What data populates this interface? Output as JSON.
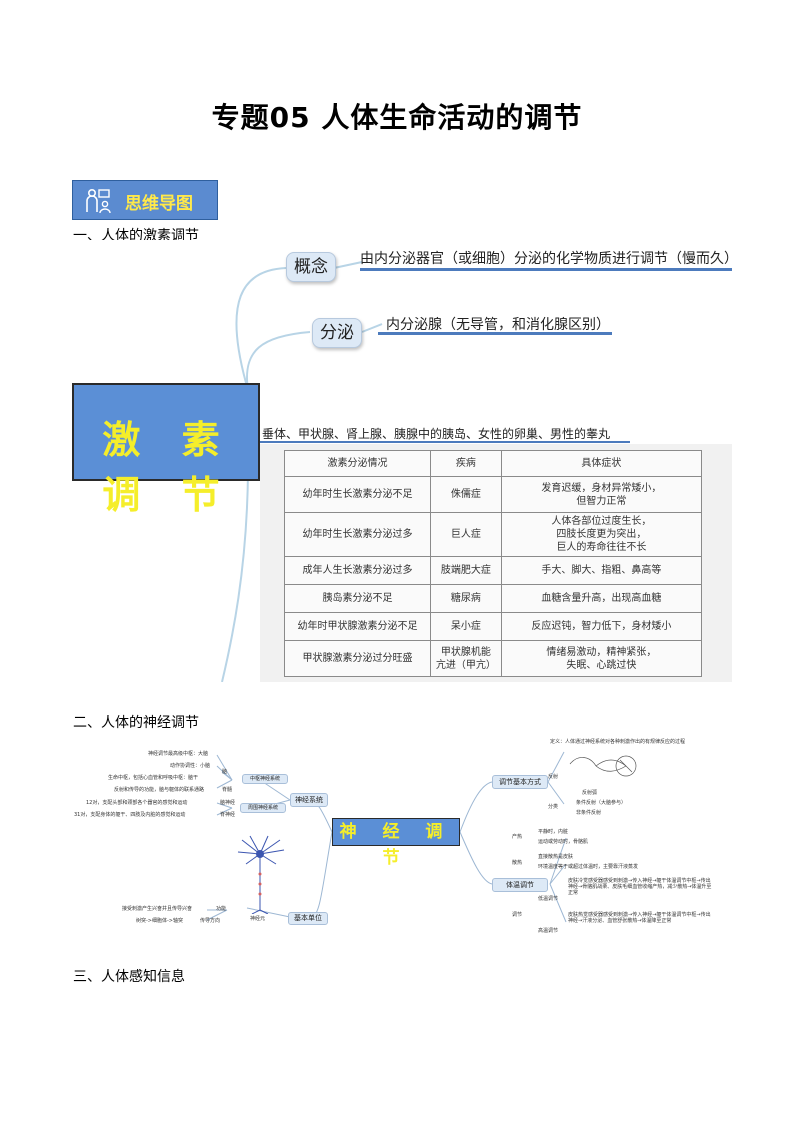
{
  "title": "专题05  人体生命活动的调节",
  "badge": {
    "label": "思维导图",
    "icon": "teacher-icon"
  },
  "sections": {
    "s1": "一、人体的激素调节",
    "s2": "二、人体的神经调节",
    "s3": "三、人体感知信息"
  },
  "hormone_map": {
    "root": "激 素 调 节",
    "concept_label": "概念",
    "concept_text": "由内分泌器官（或细胞）分泌的化学物质进行调节（慢而久）",
    "secretion_label": "分泌",
    "secretion_text": "内分泌腺（无导管，和消化腺区别）",
    "glands": "垂体、甲状腺、肾上腺、胰腺中的胰岛、女性的卵巢、男性的睾丸",
    "table": {
      "headers": [
        "激素分泌情况",
        "疾病",
        "具体症状"
      ],
      "rows": [
        [
          "幼年时生长激素分泌不足",
          "侏儒症",
          "发育迟缓，身材异常矮小，\n但智力正常"
        ],
        [
          "幼年时生长激素分泌过多",
          "巨人症",
          "人体各部位过度生长，\n四肢长度更为突出，\n巨人的寿命往往不长"
        ],
        [
          "成年人生长激素分泌过多",
          "肢端肥大症",
          "手大、脚大、指粗、鼻高等"
        ],
        [
          "胰岛素分泌不足",
          "糖尿病",
          "血糖含量升高，出现高血糖"
        ],
        [
          "幼年时甲状腺激素分泌不足",
          "呆小症",
          "反应迟钝，智力低下，身材矮小"
        ],
        [
          "甲状腺激素分泌过分旺盛",
          "甲状腺机能\n亢进（甲亢）",
          "情绪易激动，精神紧张，\n失眠、心跳过快"
        ]
      ]
    }
  },
  "nerve_map": {
    "center": "神 经 调 节",
    "nervous_system": "神经系统",
    "central": "中枢神经系统",
    "peripheral": "周围神经系统",
    "brain_center": "神经调节最高级中枢：大脑",
    "cerebellum_fn": "动作协调性：小脑",
    "brain_label": "脑",
    "brainstem_fn": "生命中枢，包括心血管和呼吸中枢：脑干",
    "spinal_fn": "反射和传导的功能，脑与躯体的联系通路",
    "spinal_label": "脊髓",
    "cranial_fn": "12对，支配头部和颈部各个器官的感觉和运动",
    "cranial_label": "脑神经",
    "spinal_nerve_fn": "31对，支配身体的躯干、四肢及内脏的感觉和运动",
    "spinal_nerve_label": "脊神经",
    "basic_unit": "基本单位",
    "neuron_label": "神经元",
    "unit_fn": "接受刺激产生兴奋并且传导兴奋",
    "unit_fn_label": "功能",
    "conduction": "树突->细胞体->轴突",
    "conduction_label": "传导方向",
    "basic_mode": "调节基本方式",
    "reflex": "反射",
    "reflex_def": "定义：人体通过神经系统对各种刺激作出的有规律反应的过程",
    "reflex_arc": "反射弧",
    "classify": "分类",
    "conditioned": "条件反射（大脑参与）",
    "unconditioned": "非条件反射",
    "temp_reg": "体温调节",
    "heat_gen": "产热",
    "heat_gen_1": "平静时，内脏",
    "heat_gen_2": "运动或劳动时，骨骼肌",
    "heat_loss": "散热",
    "heat_loss_1": "直接散热是皮肤",
    "heat_loss_2": "环境温度等于或超过体温时，主要靠汗液蒸发",
    "regulate": "调节",
    "cold": "低温调节",
    "cold_text": "皮肤冷觉感受器感受到刺激→传入神经→躯干体温调节中枢→传出神经→骨骼肌战栗、皮肤毛细血管收缩产热，减少散热→体温升至正常",
    "hot": "高温调节",
    "hot_text": "皮肤热觉感受器感受到刺激→传入神经→躯干体温调节中枢→传出神经→汗液分泌、血管舒张散热→体温降至正常"
  },
  "colors": {
    "accent": "#5b8fd6",
    "root_text": "#f5ee2a",
    "node_fill": "#dde9f6",
    "branch": "#4d7bbd"
  }
}
